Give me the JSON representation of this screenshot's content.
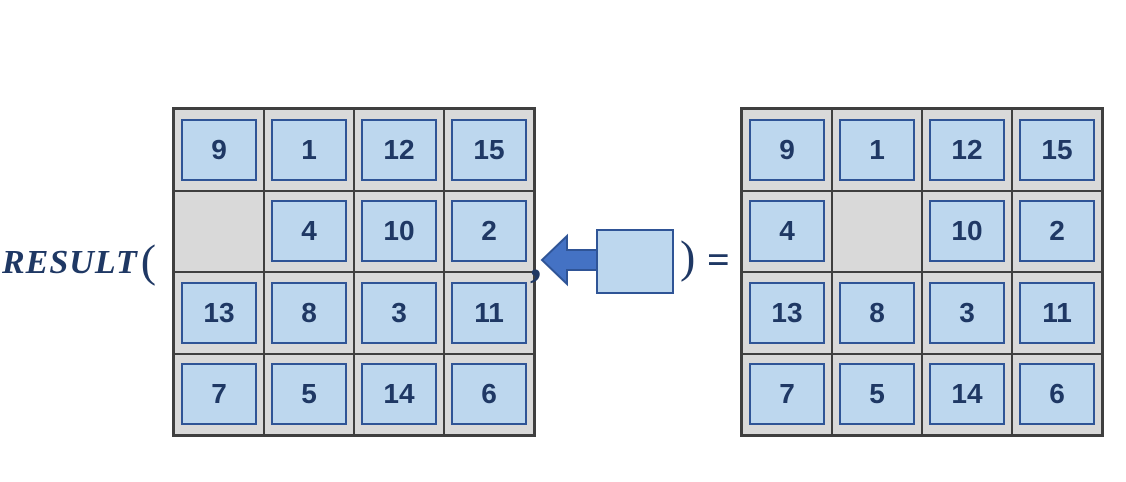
{
  "expression": {
    "function_name": "RESULT",
    "open_paren": "(",
    "comma": ",",
    "close_paren": ")",
    "equals_sign": "="
  },
  "puzzle_before": {
    "rows": [
      [
        "9",
        "1",
        "12",
        "15"
      ],
      [
        "",
        "4",
        "10",
        "2"
      ],
      [
        "13",
        "8",
        "3",
        "11"
      ],
      [
        "7",
        "5",
        "14",
        "6"
      ]
    ]
  },
  "move_argument": {
    "icon": "left-arrow-icon",
    "tile": "blank-tile",
    "direction": "left"
  },
  "puzzle_after": {
    "rows": [
      [
        "9",
        "1",
        "12",
        "15"
      ],
      [
        "4",
        "",
        "10",
        "2"
      ],
      [
        "13",
        "8",
        "3",
        "11"
      ],
      [
        "7",
        "5",
        "14",
        "6"
      ]
    ]
  },
  "colors": {
    "tile_fill": "#BDD7EE",
    "tile_border": "#2F5496",
    "grid_background": "#D9D9D9",
    "grid_line": "#3F3F3F",
    "number_text": "#1F3864",
    "arrow_fill": "#4472C4",
    "arrow_border": "#2F5496"
  }
}
